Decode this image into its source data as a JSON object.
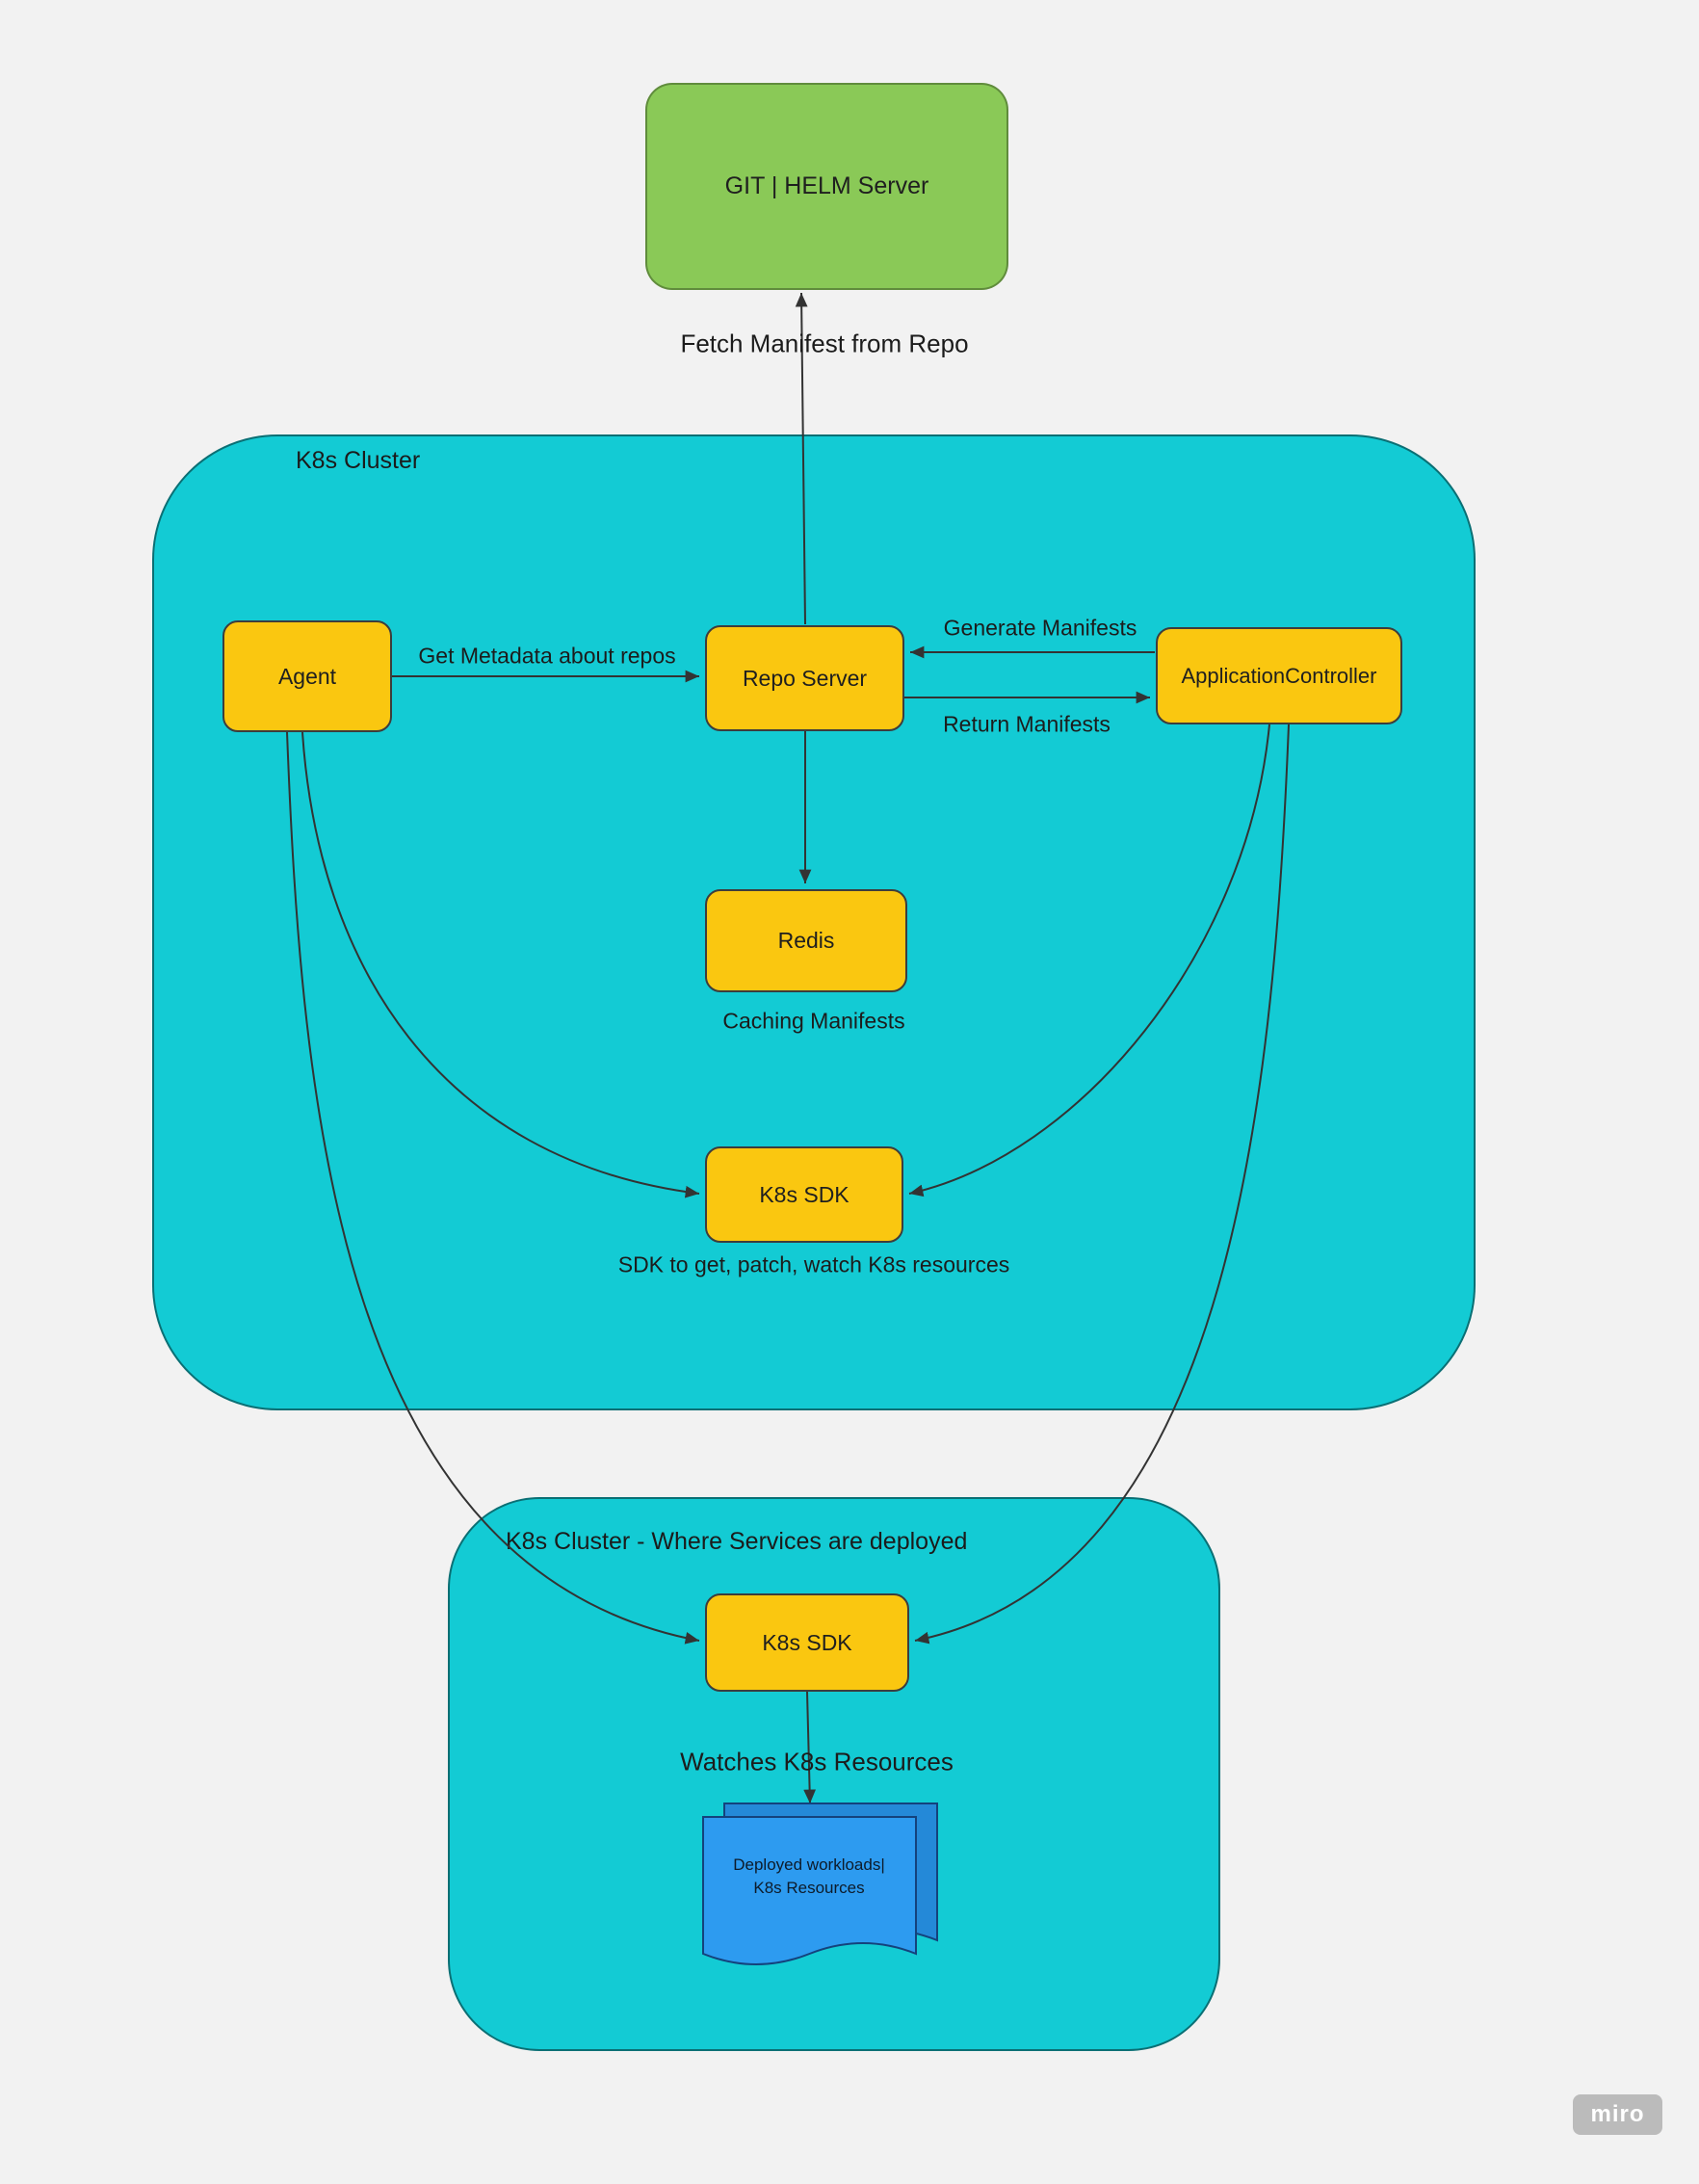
{
  "diagram": {
    "external": {
      "git_helm_server": "GIT | HELM Server"
    },
    "clusters": {
      "main": {
        "label": "K8s Cluster",
        "nodes": {
          "agent": "Agent",
          "repo_server": "Repo Server",
          "application_controller": "ApplicationController",
          "redis": "Redis",
          "k8s_sdk": "K8s SDK"
        },
        "notes": {
          "caching": "Caching Manifests",
          "sdk_description": "SDK to get, patch, watch K8s resources"
        }
      },
      "deploy": {
        "label": "K8s Cluster - Where Services are deployed",
        "nodes": {
          "k8s_sdk": "K8s SDK"
        },
        "notes": {
          "watches": "Watches K8s Resources"
        },
        "document": {
          "line1": "Deployed workloads|",
          "line2": "K8s Resources"
        }
      }
    },
    "edge_labels": {
      "fetch_manifest": "Fetch Manifest from Repo",
      "get_metadata": "Get Metadata about repos",
      "generate_manifests": "Generate Manifests",
      "return_manifests": "Return Manifests"
    }
  },
  "colors": {
    "background": "#f2f2f2",
    "cluster_fill": "#13cbd4",
    "node_fill": "#fac710",
    "server_fill": "#8ac957",
    "document_fill": "#2d9bf0",
    "document_back_fill": "#2489d8",
    "line_color": "#333333",
    "text_color": "#1f1f1f"
  },
  "watermark": "miro"
}
